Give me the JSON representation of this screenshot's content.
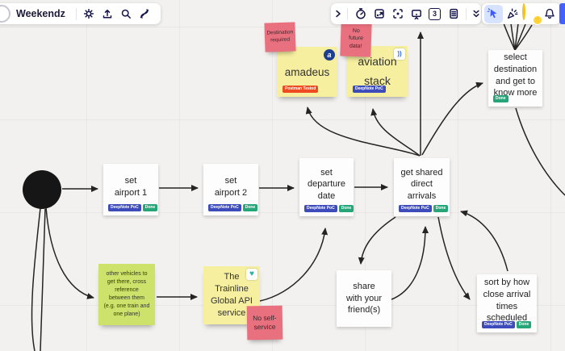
{
  "header": {
    "board_title": "Weekendz",
    "frames_count": "3",
    "left_tools": [
      "settings",
      "upload",
      "search",
      "integrations"
    ],
    "middle_tools": [
      "expand",
      "timer",
      "frame-export",
      "focus",
      "presentation",
      "frames",
      "notes",
      "collapse"
    ],
    "right_tools": [
      "select-cursor",
      "reactions",
      "avatar",
      "notifications",
      "share"
    ],
    "active_tool": "select-cursor"
  },
  "canvas": {
    "flow_cards": [
      {
        "label": "set\nairport 1",
        "tags": [
          "DeepNote PoC",
          "Done"
        ]
      },
      {
        "label": "set\nairport 2",
        "tags": [
          "DeepNote PoC",
          "Done"
        ]
      },
      {
        "label": "set\ndeparture\ndate",
        "tags": [
          "DeepNote PoC",
          "Done"
        ]
      },
      {
        "label": "get shared\ndirect\narrivals",
        "tags": [
          "DeepNote PoC",
          "Done"
        ]
      },
      {
        "label": "select\ndestination\nand get to\nknow more",
        "tags": [
          "Done"
        ]
      },
      {
        "label": "share\nwith your\nfriend(s)",
        "tags": []
      },
      {
        "label": "sort by how\nclose arrival\ntimes\nscheduled",
        "tags": [
          "DeepNote PoC",
          "Done"
        ]
      }
    ],
    "stickies": [
      {
        "text": "Destination\nrequired",
        "color": "pink"
      },
      {
        "text": "No\nfuture\ndata!",
        "color": "pink"
      },
      {
        "text": "amadeus",
        "color": "yellow",
        "tag": "Postman Tested"
      },
      {
        "text": "aviation\nstack",
        "color": "yellow",
        "tag": "DeepNote PoC"
      },
      {
        "text": "other vehicles to\nget there, cross\nreference\nbetween them\n(e.g. one train and\none plane)",
        "color": "green"
      },
      {
        "text": "The\nTrainline\nGlobal API\nservice",
        "color": "yellow"
      },
      {
        "text": "No self-\nservice",
        "color": "pink"
      }
    ],
    "tag_labels": {
      "poc": "DeepNote PoC",
      "done": "Done",
      "postman": "Postman Tested"
    }
  },
  "icons": {
    "logo": "partial-circle",
    "gear": "settings",
    "upload": "export-up-arrow",
    "search": "magnifier",
    "integrations": "s-curve-slash",
    "chevron-right": "›",
    "timer": "stopwatch",
    "frame-export": "frame-with-arrow",
    "focus": "corner-brackets-dot",
    "presentation": "easel",
    "notes": "lined-document",
    "collapse": "double-chevron-down",
    "cursor": "pointer-arrow",
    "reactions": "party-popper",
    "bell": "notification-bell",
    "lightning": "⚡",
    "heart": "♥",
    "amadeus-badge": "a",
    "aviation-badge": "))"
  },
  "colors": {
    "accent_blue": "#4361ff",
    "sticky_yellow": "#f6efa0",
    "sticky_pink": "#e9717f",
    "sticky_green": "#cde26a",
    "tag_indigo": "#3d4cba",
    "tag_green": "#26a579",
    "tag_orange": "#ee4b20",
    "avatar_ring": "#f6c21e",
    "icon_navy": "#15154a"
  }
}
